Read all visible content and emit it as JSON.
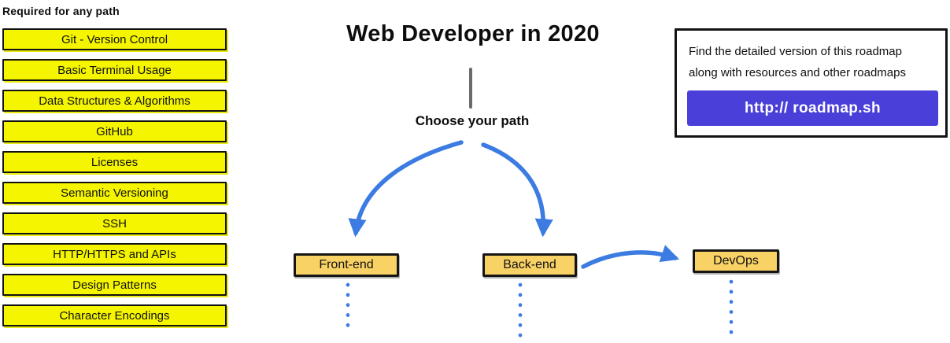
{
  "sidebar": {
    "heading": "Required for any path",
    "items": [
      "Git - Version Control",
      "Basic Terminal Usage",
      "Data Structures & Algorithms",
      "GitHub",
      "Licenses",
      "Semantic Versioning",
      "SSH",
      "HTTP/HTTPS and APIs",
      "Design Patterns",
      "Character Encodings"
    ]
  },
  "main": {
    "title": "Web Developer in 2020",
    "choose_label": "Choose your path",
    "paths": [
      {
        "label": "Front-end"
      },
      {
        "label": "Back-end"
      },
      {
        "label": "DevOps"
      }
    ]
  },
  "info_box": {
    "line1": "Find the detailed version of this roadmap",
    "line2": "along with resources and other roadmaps",
    "button_label": "http:// roadmap.sh"
  },
  "colors": {
    "highlight_yellow": "#F5F500",
    "node_orange": "#F9D266",
    "arrow_blue": "#3B7BE2",
    "button_purple": "#4A40D9",
    "stem_gray": "#6b6b6b"
  }
}
